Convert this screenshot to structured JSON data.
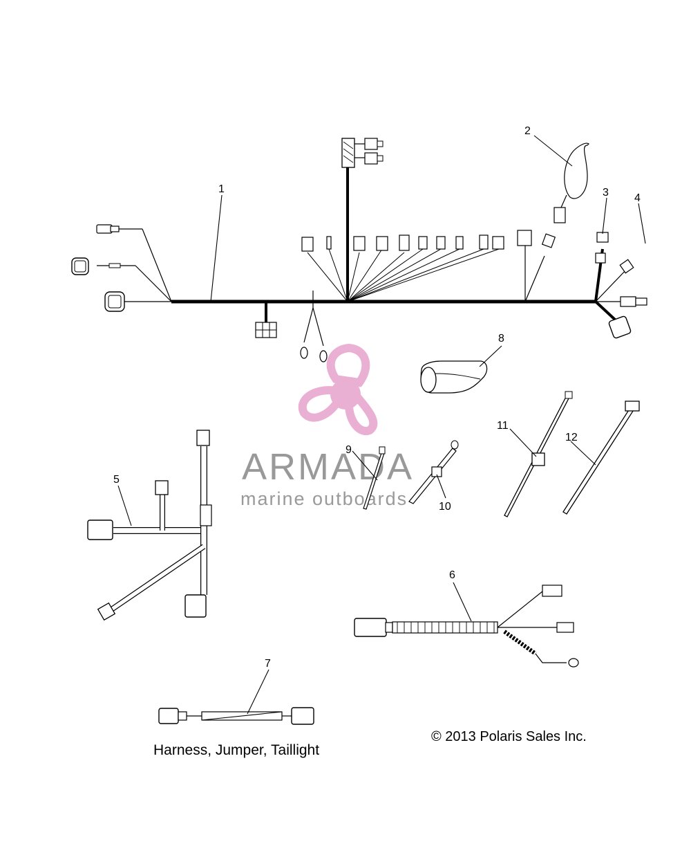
{
  "callouts": [
    {
      "label": "1"
    },
    {
      "label": "2"
    },
    {
      "label": "3"
    },
    {
      "label": "4"
    },
    {
      "label": "5"
    },
    {
      "label": "6"
    },
    {
      "label": "7"
    },
    {
      "label": "8"
    },
    {
      "label": "9"
    },
    {
      "label": "10"
    },
    {
      "label": "11"
    },
    {
      "label": "12"
    }
  ],
  "caption": "Harness, Jumper, Taillight",
  "copyright": "© 2013 Polaris Sales Inc.",
  "watermark": {
    "title": "ARMADA",
    "subtitle": "marine outboards",
    "logo_color": "#e8a8cf",
    "text_color": "#8f8f8f"
  },
  "line_color": "#000000"
}
